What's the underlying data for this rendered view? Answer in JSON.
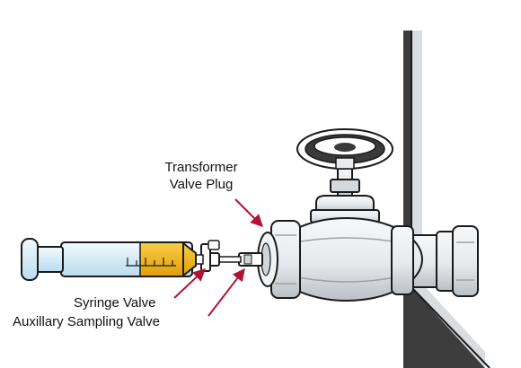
{
  "labels": {
    "transformer_line1": "Transformer",
    "transformer_line2": "Valve Plug",
    "syringe_valve": "Syringe Valve",
    "auxiliary_sampling_valve": "Auxillary Sampling Valve"
  },
  "colors": {
    "outline": "#1a1a1a",
    "metal": "#e9ecef",
    "metal_shade": "#c4cacf",
    "oil": "#f2b516",
    "syringe_tint": "#d6ecf7",
    "arrow": "#b0123a",
    "tank_dark": "#3d3d3d"
  }
}
